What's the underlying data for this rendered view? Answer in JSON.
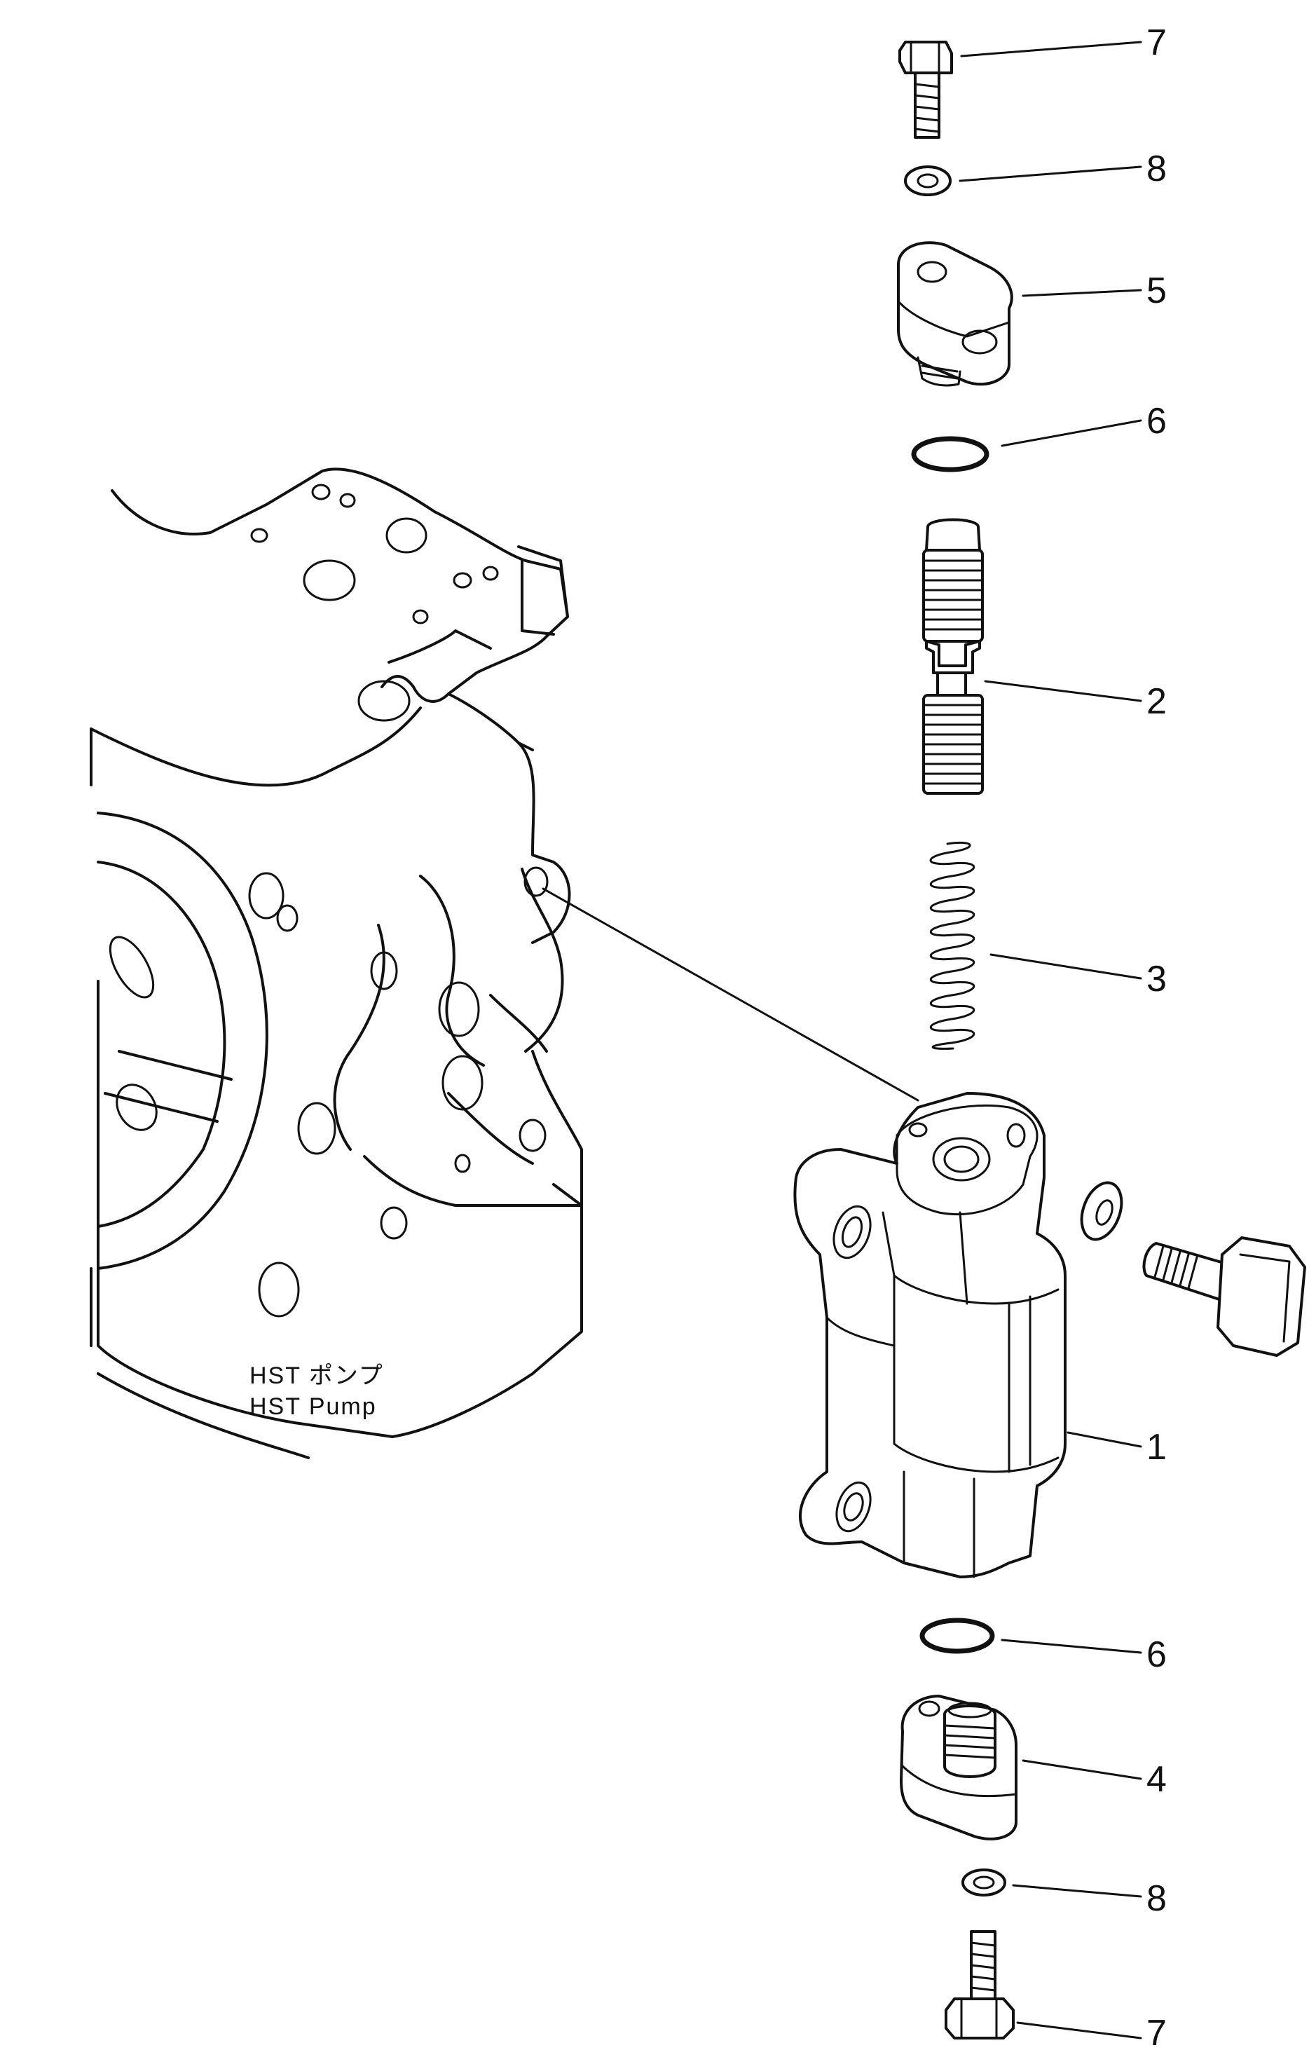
{
  "diagram": {
    "pump_label_jp": "HST ポンプ",
    "pump_label_en": "HST Pump",
    "callouts": {
      "bolt_top": "7",
      "washer_top": "8",
      "cover_top": "5",
      "oring_top": "6",
      "spool": "2",
      "spring": "3",
      "valve_body": "1",
      "oring_bottom": "6",
      "cover_bottom": "4",
      "washer_bottom": "8",
      "bolt_bottom": "7"
    }
  }
}
